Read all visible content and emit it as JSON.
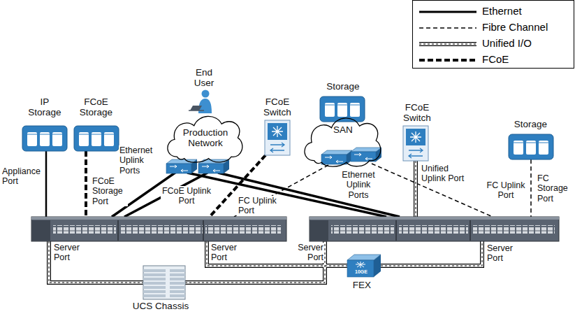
{
  "diagram": {
    "nodes": [
      {
        "text": [
          "IP Storage"
        ]
      },
      {
        "text": [
          "FCoE Storage"
        ]
      },
      {
        "text": [
          "End User"
        ]
      },
      {
        "text": [
          "Production Network"
        ]
      },
      {
        "text": [
          "FCoE Switch"
        ]
      },
      {
        "text": [
          "Storage",
          "SAN"
        ]
      },
      {
        "text": [
          "FCoE Switch"
        ]
      },
      {
        "text": [
          "Storage"
        ]
      },
      {
        "text": [
          "UCS Chassis"
        ]
      },
      {
        "text": [
          "FEX"
        ]
      }
    ],
    "labels": [
      "Appliance Port",
      "FCoE Storage Port",
      "Ethernet Uplink Ports",
      "FCoE Uplink Port",
      "FC Uplink Port",
      "Server Port",
      "Server Port",
      "Server Port",
      "Server Port",
      "Ethernet Uplink Ports",
      "Unified Uplink Port",
      "FC Uplink Port",
      "FC Storage Port",
      "10GE"
    ],
    "legend": [
      {
        "text": "Ethernet"
      },
      {
        "text": "Fibre Channel"
      },
      {
        "text": "Unified I/O"
      },
      {
        "text": "FCoE"
      }
    ]
  }
}
